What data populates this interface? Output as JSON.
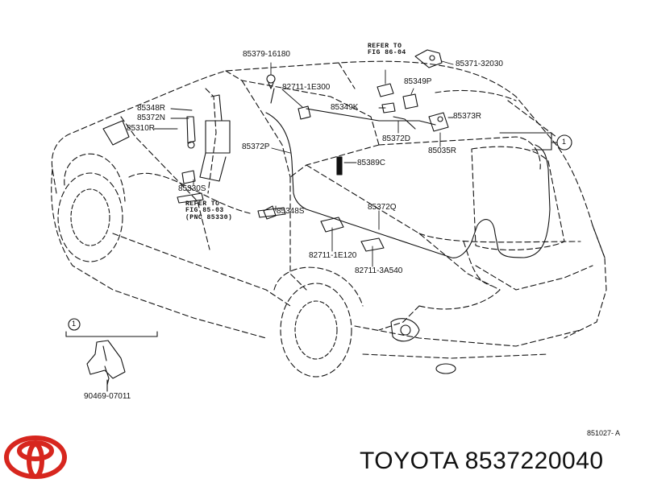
{
  "part_labels": {
    "p85379": "85379-16180",
    "p82711a": "82711-1E300",
    "p85348r": "85348R",
    "p85372n": "85372N",
    "p85310r": "85310R",
    "p85372p": "85372P",
    "p85330s": "85330S",
    "p85348s": "85348S",
    "p85389c": "85389C",
    "p85372q": "85372Q",
    "p82711b": "82711-1E120",
    "p82711c": "82711-3A540",
    "p85349p": "85349P",
    "p85349k": "85349K",
    "p85373r": "85373R",
    "p85372d": "85372D",
    "p85035r": "85035R",
    "p85371": "85371-32030",
    "p90469": "90469-07011"
  },
  "refs": {
    "ref1_line1": "REFER TO",
    "ref1_line2": "FIG 86-04",
    "ref2_line1": "REFER TO",
    "ref2_line2": "FIG 85-03",
    "ref2_line3": "(PNC 85330)"
  },
  "callouts": {
    "main": "1",
    "detail": "1"
  },
  "diagram_id": "851027- A",
  "footer": {
    "brand_text": "TOYOTA 8537220040",
    "logo_colors": {
      "red": "#d7261e"
    }
  }
}
